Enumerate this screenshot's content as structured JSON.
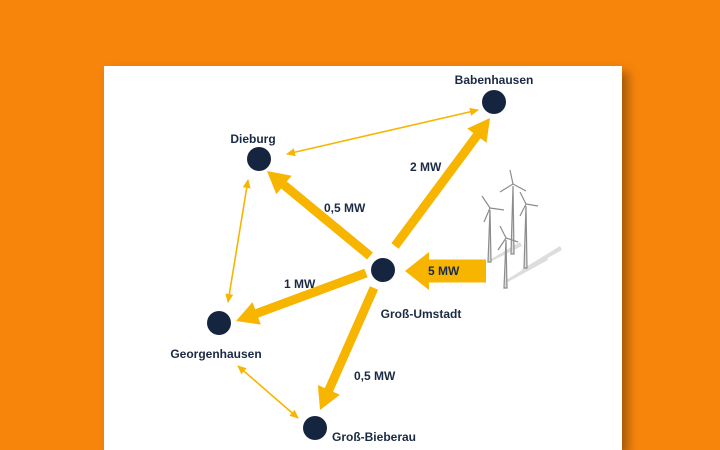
{
  "colors": {
    "background": "#f7850c",
    "paper": "#ffffff",
    "node": "#16253f",
    "arrow": "#f7b500",
    "text": "#1b2a44"
  },
  "nodes": {
    "babenhausen": "Babenhausen",
    "dieburg": "Dieburg",
    "gross_umstadt": "Groß-Umstadt",
    "georgenhausen": "Georgenhausen",
    "gross_bieberau": "Groß-Bieberau"
  },
  "flows": {
    "to_babenhausen": "2 MW",
    "to_dieburg": "0,5 MW",
    "to_georgenhausen": "1 MW",
    "to_gross_bieberau": "0,5 MW"
  },
  "inflow": {
    "label": "5 MW",
    "source_icon": "wind-turbines-icon"
  }
}
